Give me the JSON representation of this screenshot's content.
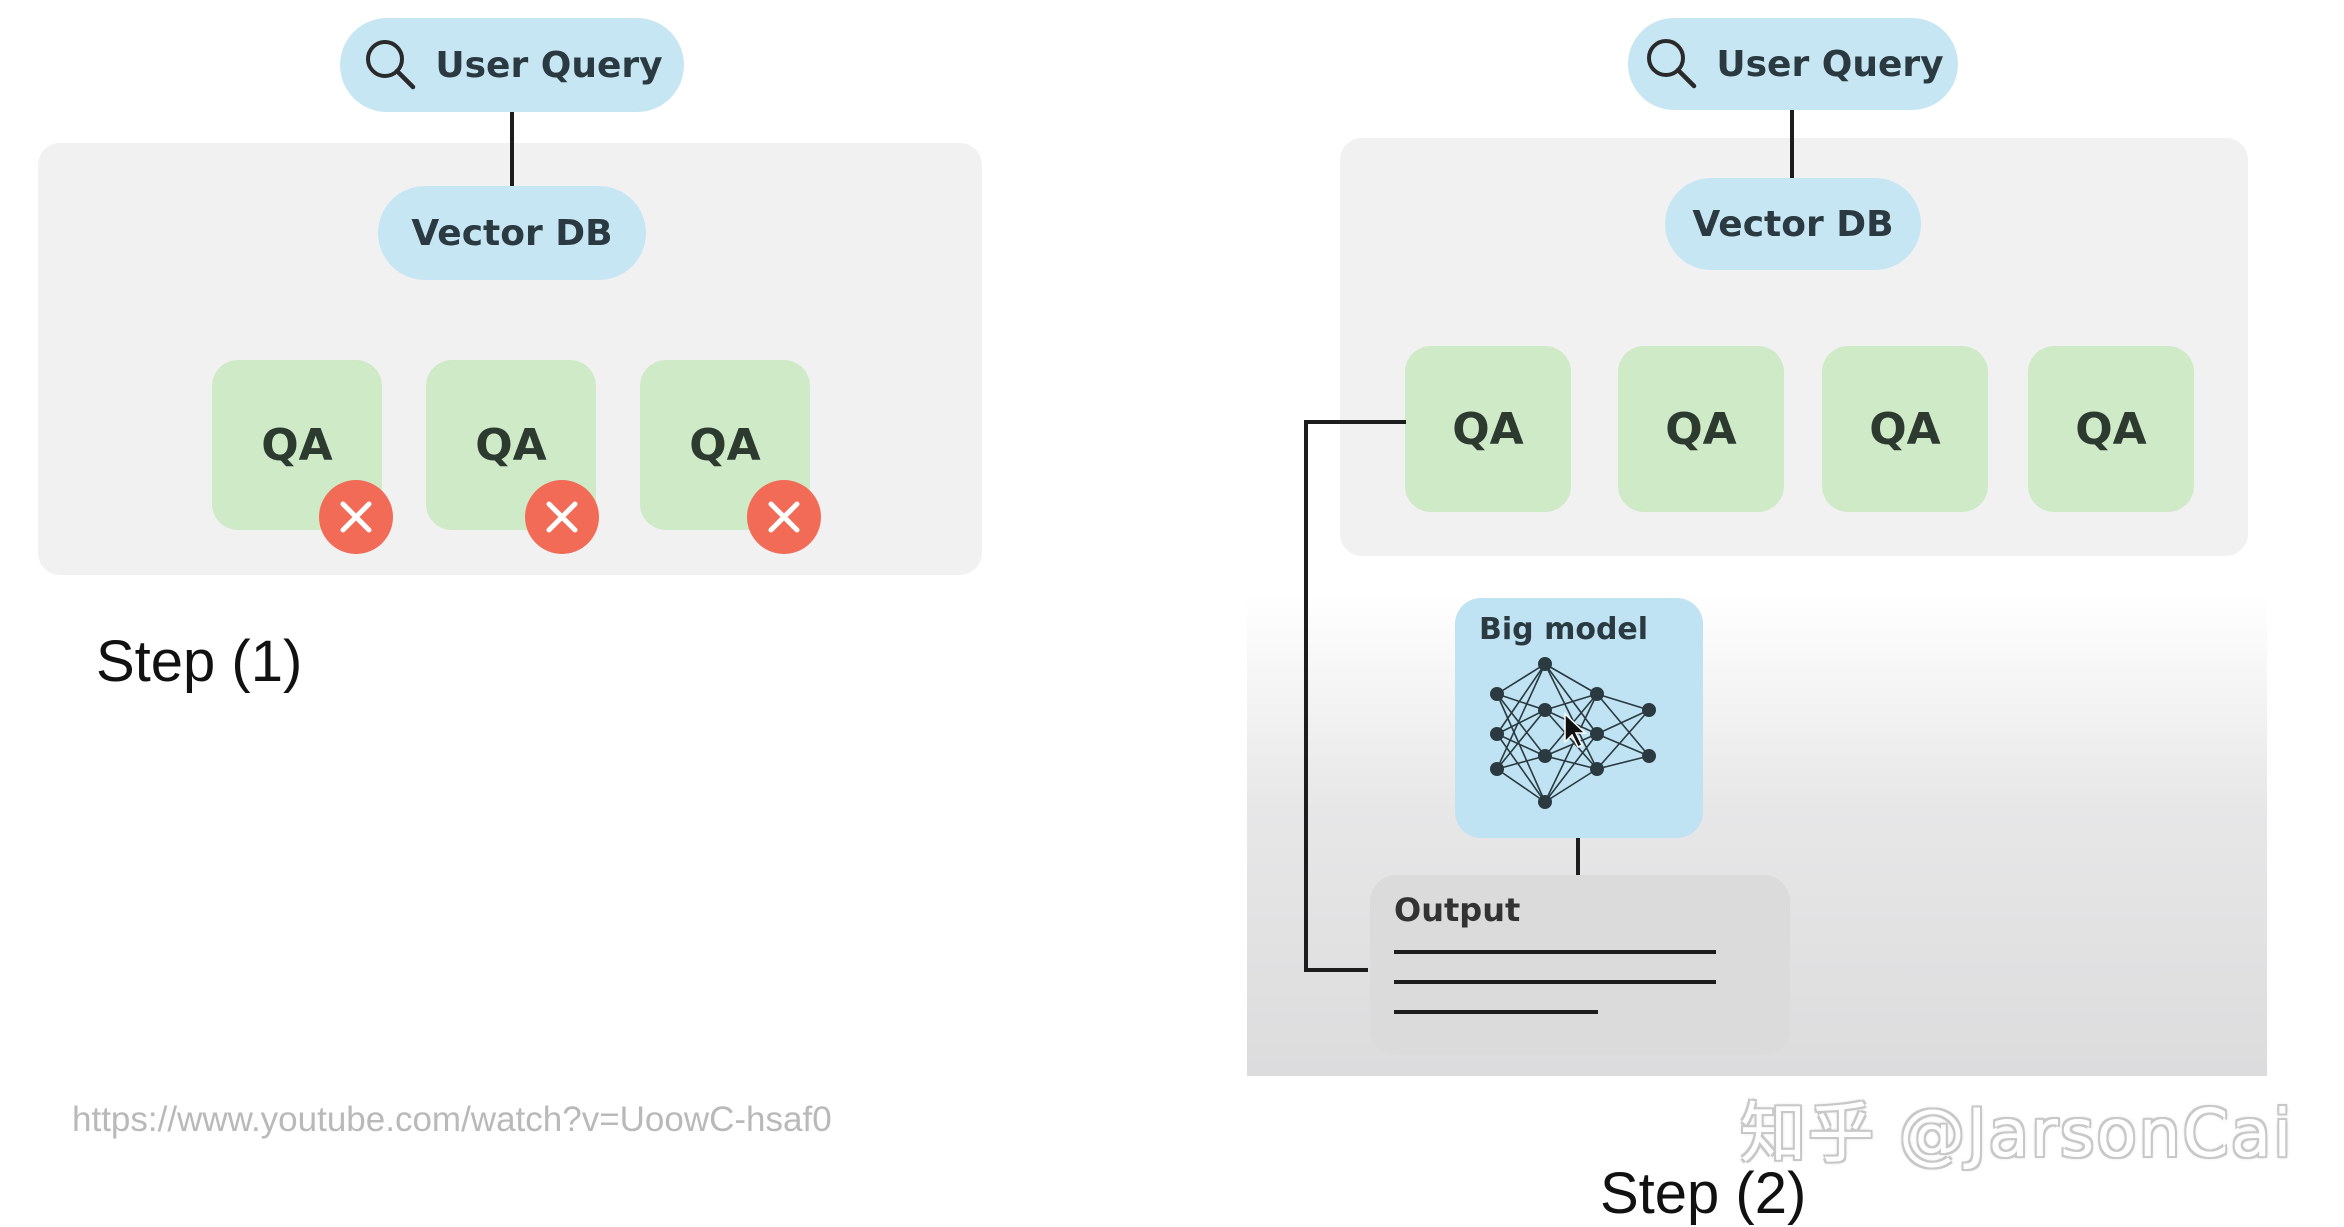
{
  "step1": {
    "query_label": "User Query",
    "db_label": "Vector DB",
    "qa_items": [
      "QA",
      "QA",
      "QA"
    ],
    "step_label": "Step (1)"
  },
  "step2": {
    "query_label": "User Query",
    "db_label": "Vector DB",
    "qa_items": [
      "QA",
      "QA",
      "QA",
      "QA"
    ],
    "model_label": "Big model",
    "output_label": "Output",
    "step_label": "Step (2)"
  },
  "source_url": "https://www.youtube.com/watch?v=UoowC-hsaf0",
  "watermark": "知乎 @JarsonCai",
  "colors": {
    "pill": "#c7e6f4",
    "qa": "#cfeac6",
    "reject": "#f26b57",
    "panel": "#f1f1f2"
  },
  "icons": {
    "query": "search-icon",
    "reject": "close-icon",
    "model": "neural-network-icon"
  }
}
